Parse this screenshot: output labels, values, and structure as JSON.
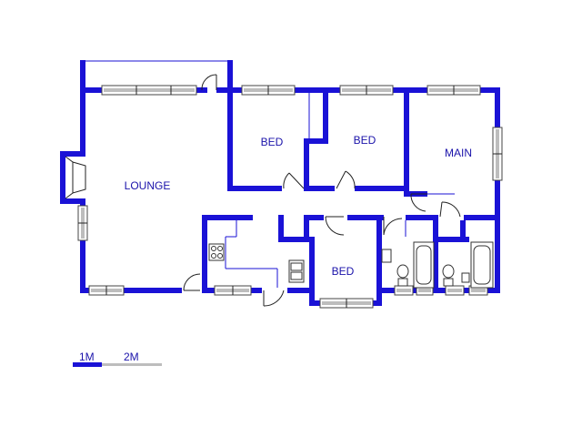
{
  "rooms": {
    "lounge": "LOUNGE",
    "bed1": "BED",
    "bed2": "BED",
    "main": "MAIN",
    "bed3": "BED"
  },
  "scale": {
    "label_1": "1M",
    "label_2": "2M"
  },
  "colors": {
    "wall": "#1a12d6",
    "label": "#1a12aa",
    "scale_gray": "#bdbdbd"
  }
}
